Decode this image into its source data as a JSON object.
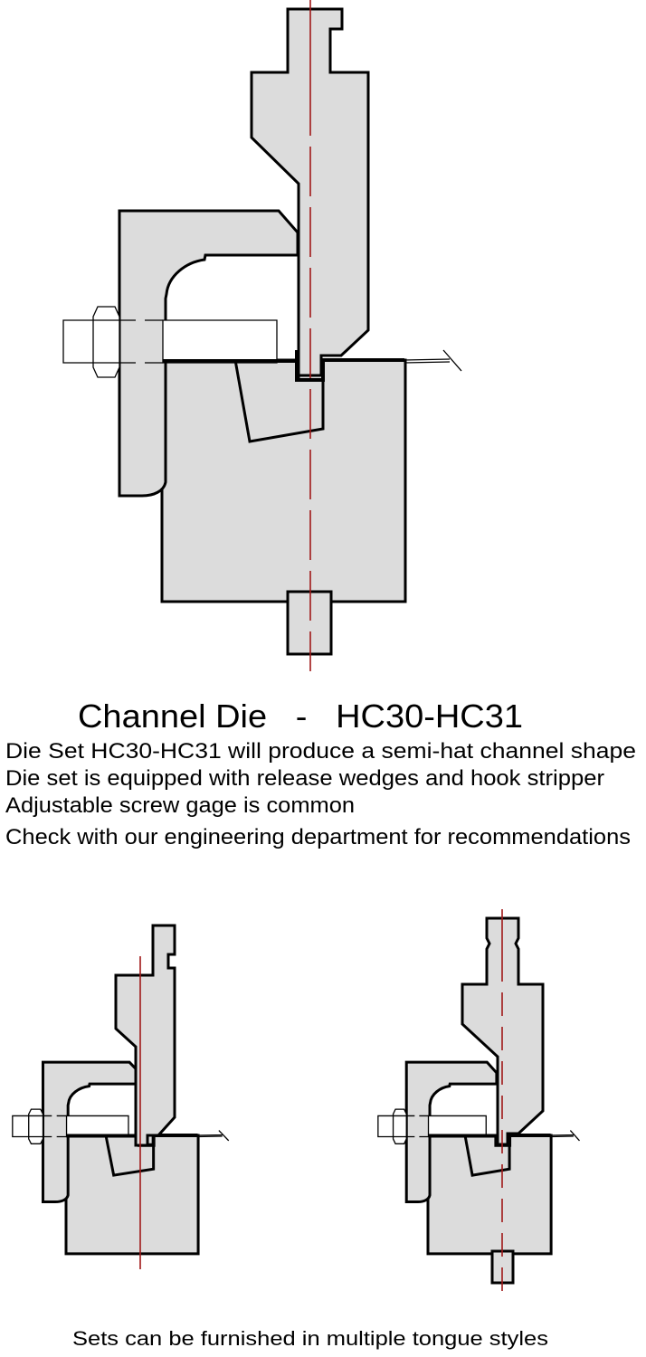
{
  "title": "Channel Die   -   HC30-HC31",
  "description_lines": [
    "Die Set HC30-HC31 will produce a semi-hat channel shape",
    "Die set is equipped with release wedges and hook stripper",
    "Adjustable screw gage is common",
    "Check with our engineering department for recommendations"
  ],
  "caption": "Sets can be furnished in multiple tongue styles",
  "colors": {
    "part_fill": "#dcdcdc",
    "centerline": "#a01818",
    "outline": "#000000"
  }
}
